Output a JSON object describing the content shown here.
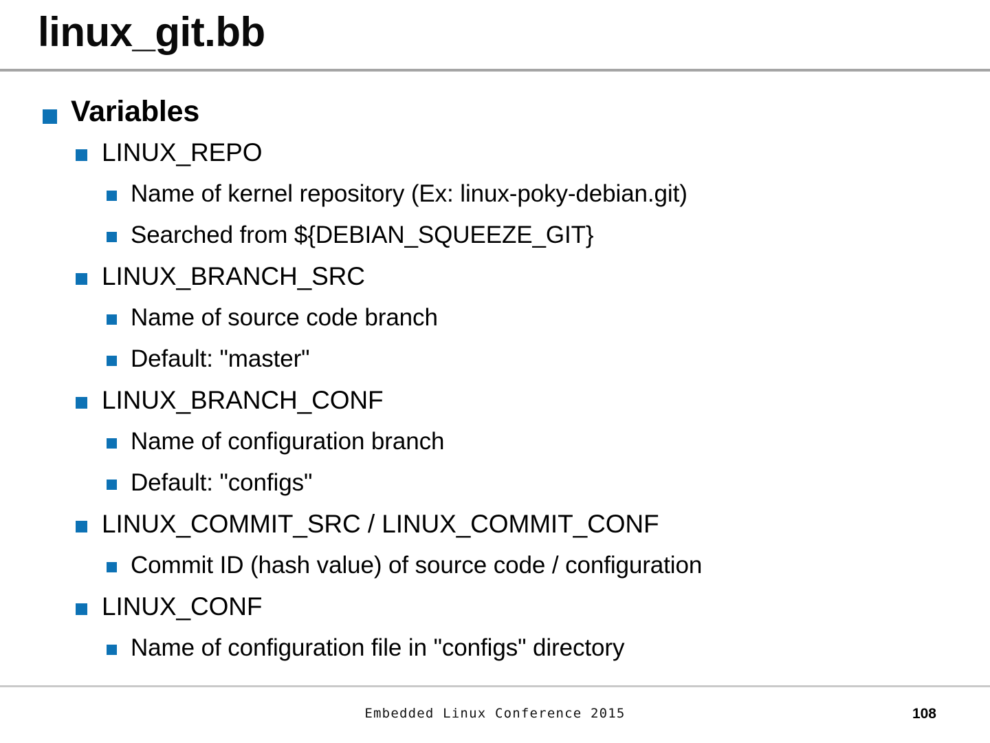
{
  "slide": {
    "title": "linux_git.bb",
    "accent_color": "#0d72b5",
    "title_rule_color": "#a5a5a5",
    "footer_rule_color": "#c9c9c9",
    "background_color": "#ffffff",
    "text_color": "#000000"
  },
  "bullets": [
    {
      "level": 1,
      "text": "Variables"
    },
    {
      "level": 2,
      "text": "LINUX_REPO"
    },
    {
      "level": 3,
      "text": "Name of kernel repository (Ex: linux-poky-debian.git)"
    },
    {
      "level": 3,
      "text": "Searched from ${DEBIAN_SQUEEZE_GIT}"
    },
    {
      "level": 2,
      "text": "LINUX_BRANCH_SRC"
    },
    {
      "level": 3,
      "text": "Name of source code branch"
    },
    {
      "level": 3,
      "text": "Default: \"master\""
    },
    {
      "level": 2,
      "text": "LINUX_BRANCH_CONF"
    },
    {
      "level": 3,
      "text": "Name of configuration branch"
    },
    {
      "level": 3,
      "text": "Default: \"configs\""
    },
    {
      "level": 2,
      "text": "LINUX_COMMIT_SRC / LINUX_COMMIT_CONF"
    },
    {
      "level": 3,
      "text": "Commit ID (hash value) of source code / configuration"
    },
    {
      "level": 2,
      "text": "LINUX_CONF"
    },
    {
      "level": 3,
      "text": "Name of configuration file in \"configs\" directory"
    }
  ],
  "footer": {
    "center_text": "Embedded Linux Conference 2015",
    "page_number": "108"
  }
}
